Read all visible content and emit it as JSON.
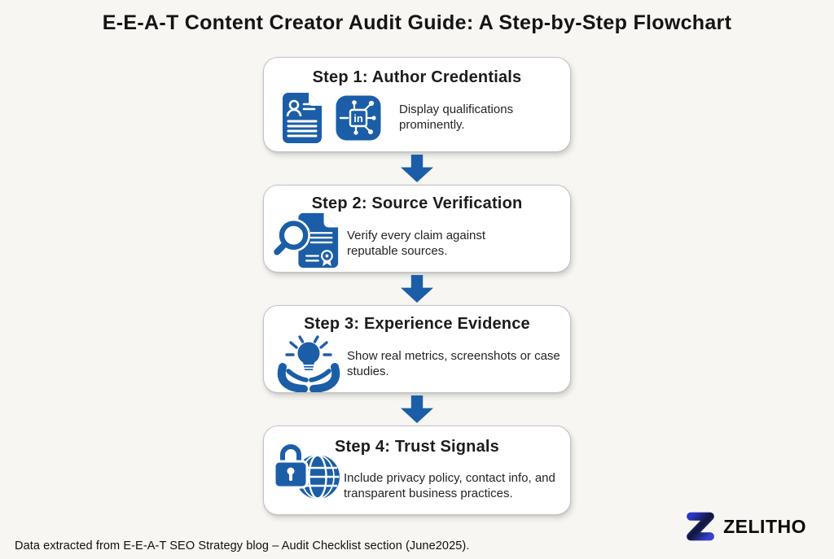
{
  "title": "E-E-A-T Content Creator Audit Guide: A Step-by-Step Flowchart",
  "steps": [
    {
      "title": "Step 1: Author Credentials",
      "description": "Display qualifications prominently.",
      "icons": [
        "resume-document-icon",
        "linkedin-network-icon"
      ]
    },
    {
      "title": "Step 2: Source Verification",
      "description": "Verify every claim against reputable sources.",
      "icons": [
        "magnifier-certificate-icon"
      ]
    },
    {
      "title": "Step 3: Experience Evidence",
      "description": "Show real metrics, screenshots or case studies.",
      "icons": [
        "hands-lightbulb-icon"
      ]
    },
    {
      "title": "Step 4: Trust Signals",
      "description": "Include privacy policy, contact info, and transparent business practices.",
      "icons": [
        "lock-globe-icon"
      ]
    }
  ],
  "footer": {
    "source_note": "Data extracted from E-E-A-T SEO Strategy blog – Audit Checklist section (June2025)."
  },
  "brand": {
    "logo_letter": "Z",
    "name": "ZELITHO"
  },
  "colors": {
    "flow_blue": "#1b5ea7",
    "background": "#f7f6f3",
    "card_bg": "#ffffff",
    "card_border": "#c3c3bf",
    "title_text": "#141414",
    "body_text": "#242424",
    "brand_text": "#0a0a0a",
    "logo_grad_1": "#2a36c8",
    "logo_grad_2": "#121539",
    "logo_grad_3": "#3442d2"
  }
}
